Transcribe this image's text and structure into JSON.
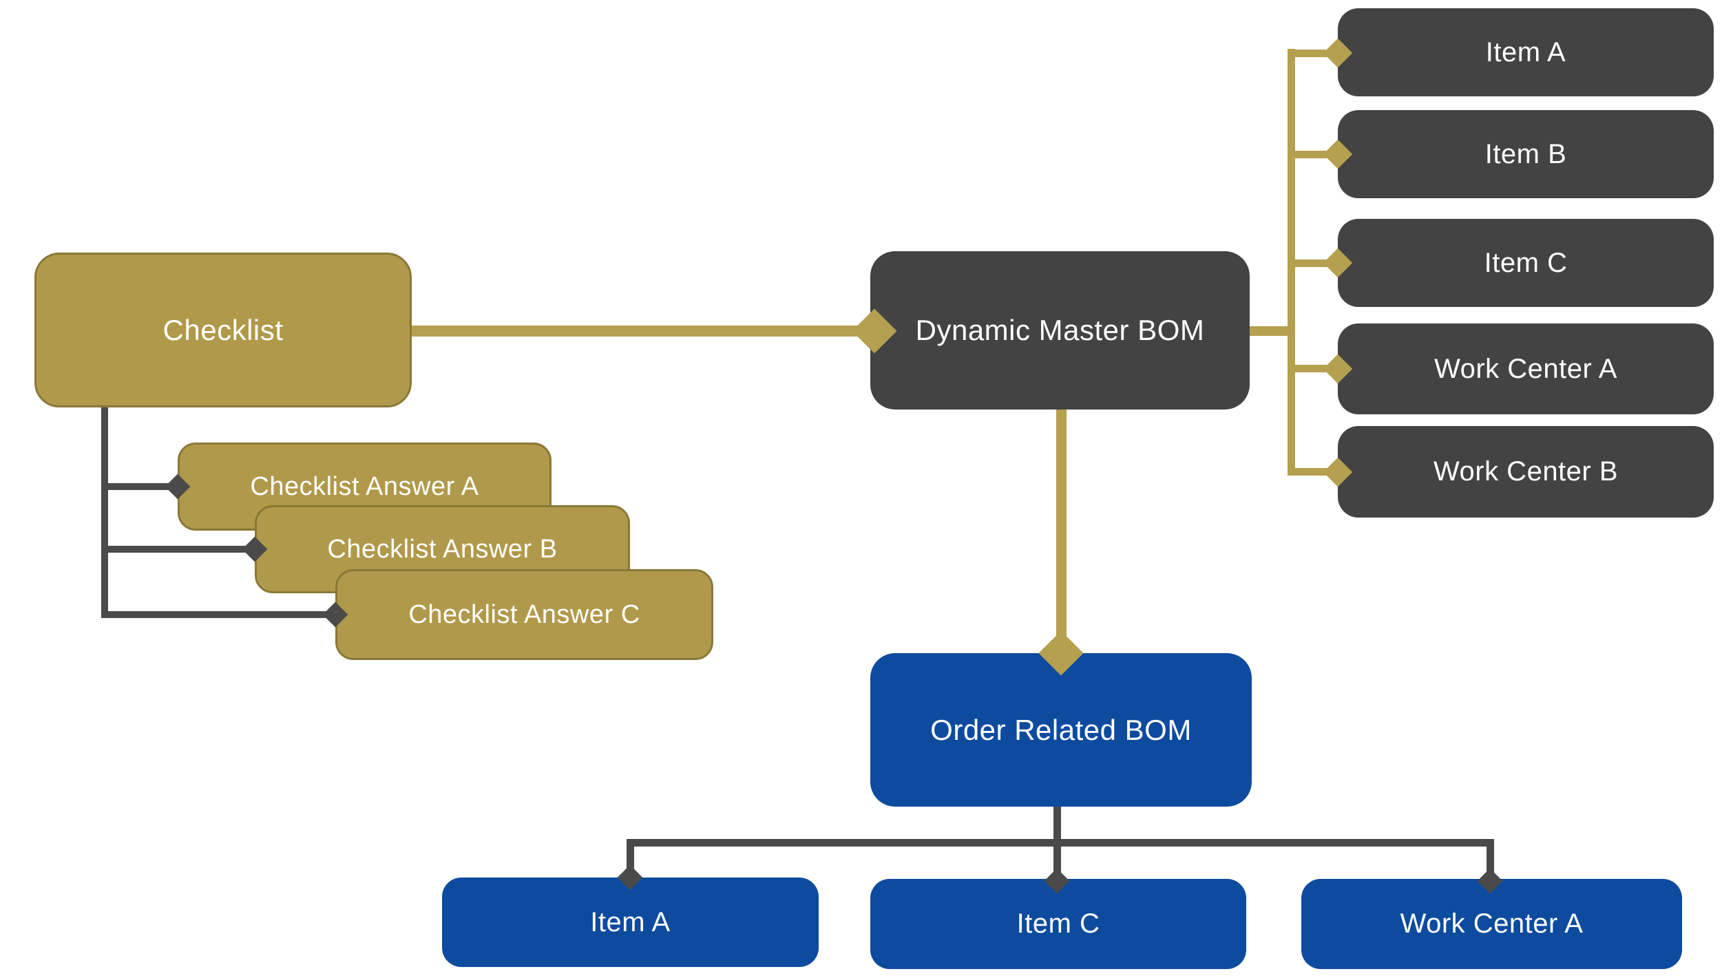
{
  "diagram": {
    "colors": {
      "background": "#FFFFFF",
      "gold_fill": "#B0994A",
      "gold_border": "#8A7836",
      "gold_connector": "#B5A04F",
      "dark_fill": "#434343",
      "dark_connector": "#4A4A4A",
      "blue_fill": "#0D4B9F",
      "label_text": "#FFFFFF"
    },
    "nodes": {
      "checklist": {
        "label": "Checklist"
      },
      "checklist_answers": [
        {
          "label": "Checklist Answer A"
        },
        {
          "label": "Checklist Answer B"
        },
        {
          "label": "Checklist Answer C"
        }
      ],
      "master_bom": {
        "label": "Dynamic Master BOM"
      },
      "master_children": [
        {
          "label": "Item A"
        },
        {
          "label": "Item B"
        },
        {
          "label": "Item C"
        },
        {
          "label": "Work Center A"
        },
        {
          "label": "Work Center B"
        }
      ],
      "order_bom": {
        "label": "Order Related BOM"
      },
      "order_children": [
        {
          "label": "Item A"
        },
        {
          "label": "Item C"
        },
        {
          "label": "Work Center A"
        }
      ]
    },
    "edges": [
      {
        "from": "Checklist",
        "to": "Dynamic Master BOM",
        "style": "gold-diamond-arrow"
      },
      {
        "from": "Checklist",
        "to": "Checklist Answer A",
        "style": "dark-diamond-arrow"
      },
      {
        "from": "Checklist",
        "to": "Checklist Answer B",
        "style": "dark-diamond-arrow"
      },
      {
        "from": "Checklist",
        "to": "Checklist Answer C",
        "style": "dark-diamond-arrow"
      },
      {
        "from": "Dynamic Master BOM",
        "to": "Item A",
        "style": "gold-diamond-arrow"
      },
      {
        "from": "Dynamic Master BOM",
        "to": "Item B",
        "style": "gold-diamond-arrow"
      },
      {
        "from": "Dynamic Master BOM",
        "to": "Item C",
        "style": "gold-diamond-arrow"
      },
      {
        "from": "Dynamic Master BOM",
        "to": "Work Center A",
        "style": "gold-diamond-arrow"
      },
      {
        "from": "Dynamic Master BOM",
        "to": "Work Center B",
        "style": "gold-diamond-arrow"
      },
      {
        "from": "Dynamic Master BOM",
        "to": "Order Related BOM",
        "style": "gold-diamond-arrow"
      },
      {
        "from": "Order Related BOM",
        "to": "Item A",
        "style": "dark-diamond-arrow"
      },
      {
        "from": "Order Related BOM",
        "to": "Item C",
        "style": "dark-diamond-arrow"
      },
      {
        "from": "Order Related BOM",
        "to": "Work Center A",
        "style": "dark-diamond-arrow"
      }
    ]
  }
}
